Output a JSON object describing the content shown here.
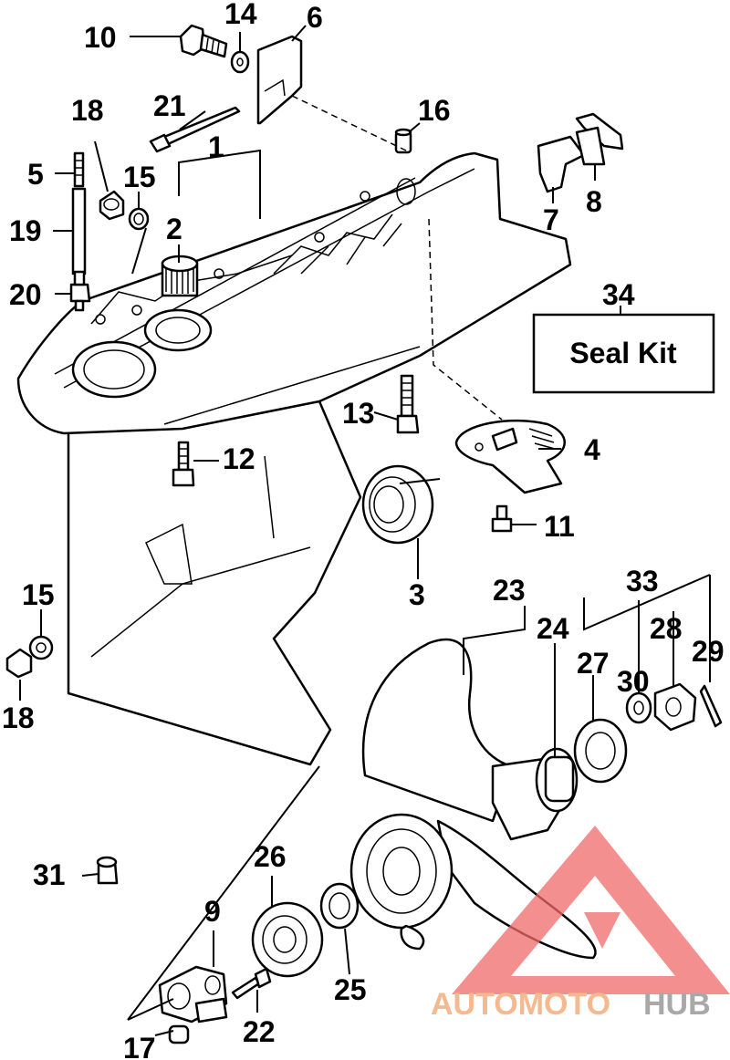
{
  "callouts": {
    "c1": "1",
    "c2": "2",
    "c3": "3",
    "c4": "4",
    "c5": "5",
    "c6": "6",
    "c7": "7",
    "c8": "8",
    "c9": "9",
    "c10": "10",
    "c11": "11",
    "c12": "12",
    "c13": "13",
    "c14": "14",
    "c15a": "15",
    "c15b": "15",
    "c16": "16",
    "c17": "17",
    "c18a": "18",
    "c18b": "18",
    "c19": "19",
    "c20": "20",
    "c21": "21",
    "c22": "22",
    "c23": "23",
    "c24": "24",
    "c25": "25",
    "c26": "26",
    "c27": "27",
    "c28": "28",
    "c29": "29",
    "c30": "30",
    "c31": "31",
    "c33": "33",
    "c34": "34"
  },
  "kit_box": {
    "label": "Seal Kit"
  },
  "watermark": {
    "part1": "AUTOMOTO",
    "part2": "HUB",
    "color1": "#f5b98f",
    "color2": "#a8a8a8",
    "logo_color": "#ef6a6a"
  }
}
